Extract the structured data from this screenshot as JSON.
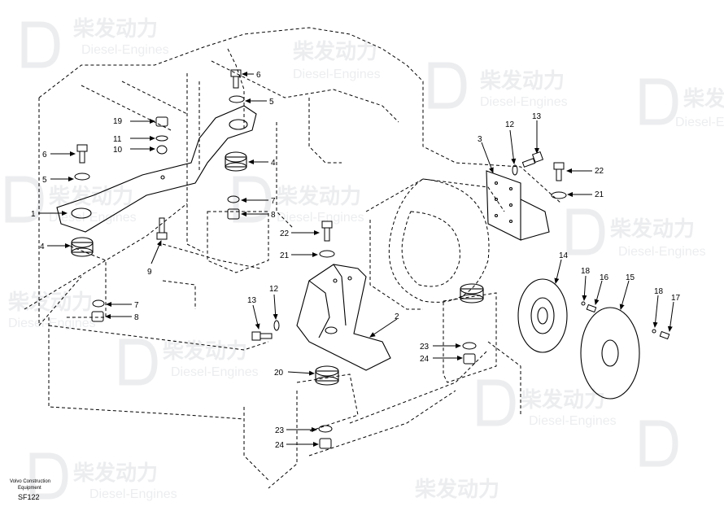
{
  "watermark": {
    "cn": "柴发动力",
    "en": "Diesel-Engines"
  },
  "footer": {
    "line1": "Volvo Construction",
    "line2": "Equipment",
    "code": "SF122"
  },
  "callouts": {
    "c1": "1",
    "c2": "2",
    "c3": "3",
    "c4a": "4",
    "c4b": "4",
    "c5a": "5",
    "c5b": "5",
    "c6a": "6",
    "c6b": "6",
    "c7a": "7",
    "c7b": "7",
    "c8a": "8",
    "c8b": "8",
    "c9": "9",
    "c10": "10",
    "c11": "11",
    "c12a": "12",
    "c12b": "12",
    "c13a": "13",
    "c13b": "13",
    "c14": "14",
    "c15": "15",
    "c16": "16",
    "c17": "17",
    "c18a": "18",
    "c18b": "18",
    "c19": "19",
    "c20": "20",
    "c21a": "21",
    "c21b": "21",
    "c22a": "22",
    "c22b": "22",
    "c23a": "23",
    "c23b": "23",
    "c24a": "24",
    "c24b": "24"
  }
}
